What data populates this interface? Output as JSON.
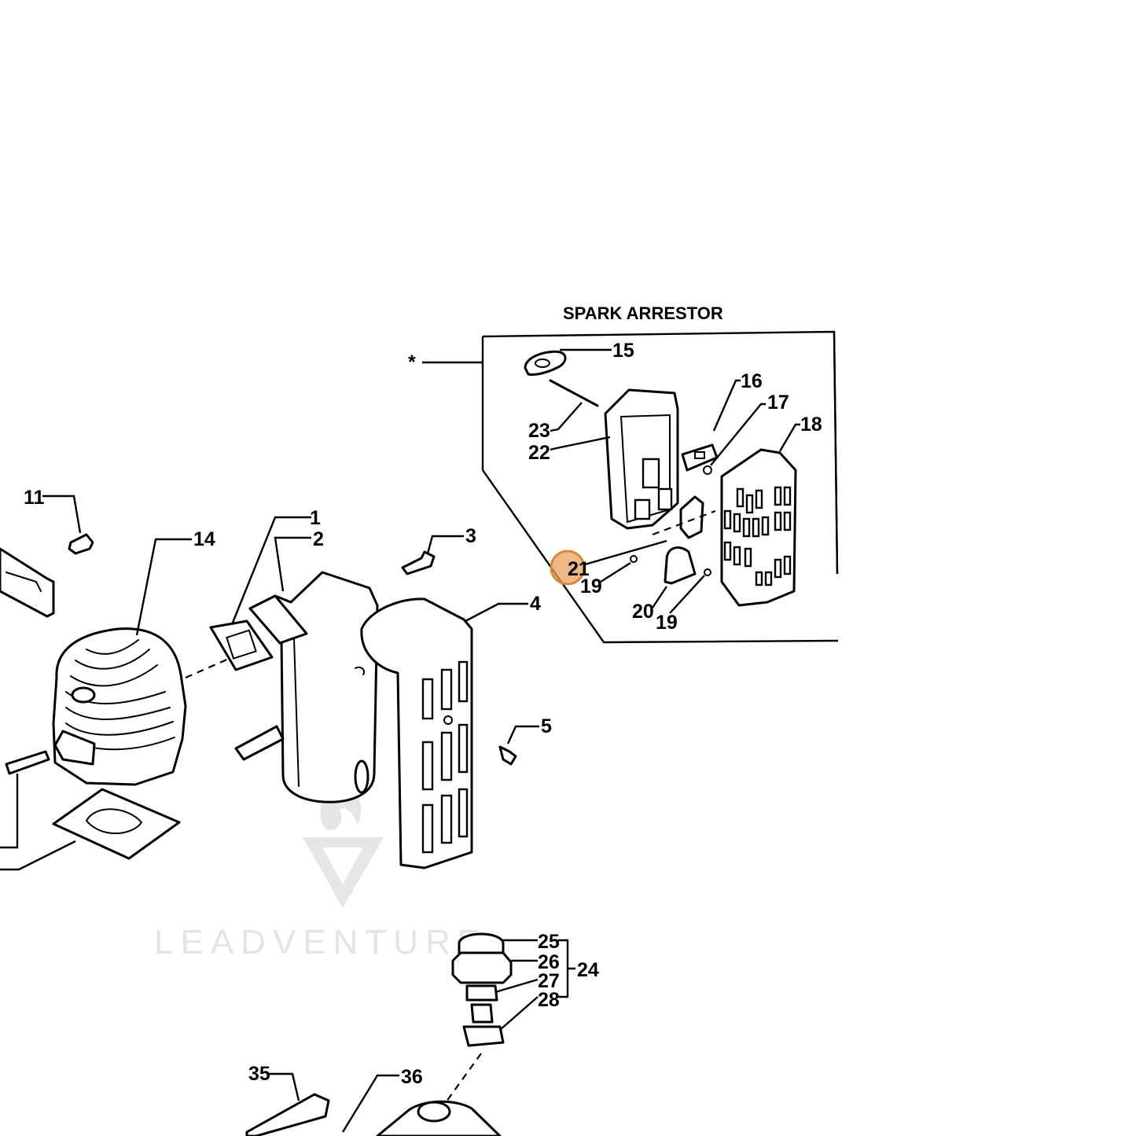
{
  "title": "SPARK ARRESTOR",
  "watermark": "LEADVENTURE",
  "highlight_color": "#e8a15e",
  "callouts": {
    "c1": "1",
    "c2": "2",
    "c3": "3",
    "c4": "4",
    "c5": "5",
    "c11": "11",
    "c14": "14",
    "c15": "15",
    "c16": "16",
    "c17": "17",
    "c18": "18",
    "c19a": "19",
    "c19b": "19",
    "c20": "20",
    "c21": "21",
    "c22": "22",
    "c23": "23",
    "c24": "24",
    "c25": "25",
    "c26": "26",
    "c27": "27",
    "c28": "28",
    "c35": "35",
    "c36": "36"
  },
  "asterisk": "*",
  "highlighted_callout": "21"
}
